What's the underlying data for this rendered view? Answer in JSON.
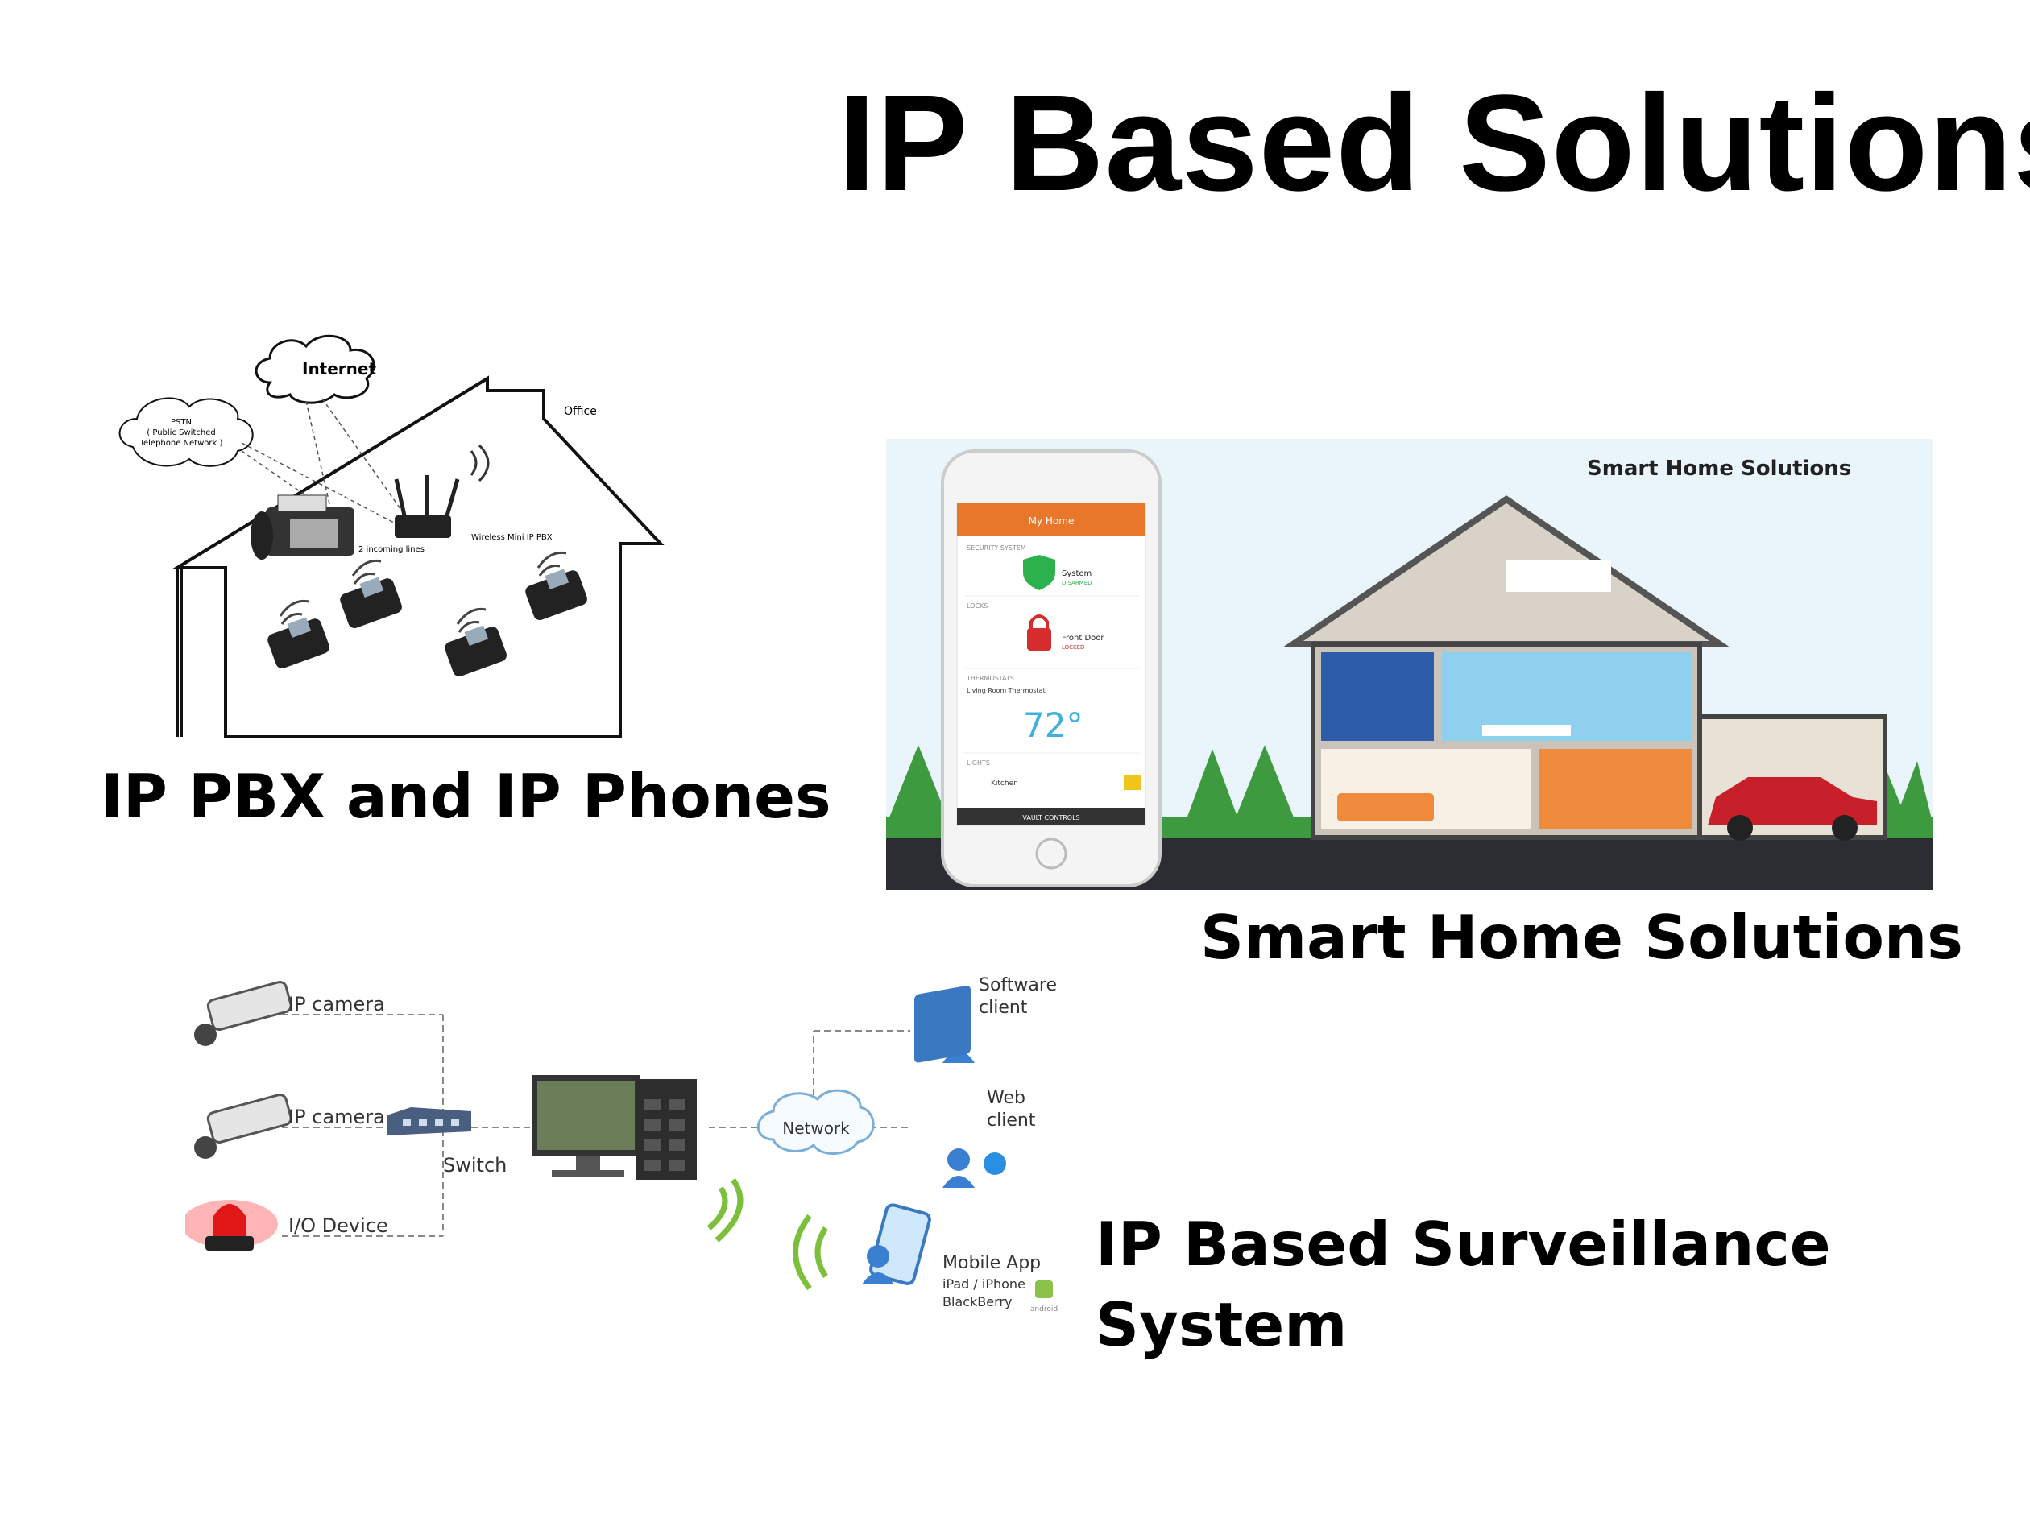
{
  "page": {
    "title": "IP Based Solutions"
  },
  "pbx": {
    "caption": "IP PBX and IP Phones",
    "labels": {
      "internet": "Internet",
      "pstn_1": "PSTN",
      "pstn_2": "( Public Switched",
      "pstn_3": "Telephone Network )",
      "office": "Office",
      "lines": "2 incoming lines",
      "router": "Wireless Mini IP PBX"
    }
  },
  "smarthome": {
    "caption": "Smart Home Solutions",
    "banner_title": "Smart Home Solutions",
    "app": {
      "header": "My Home",
      "security_label": "SECURITY SYSTEM",
      "system": "System",
      "disarmed": "DISARMED",
      "locks_label": "LOCKS",
      "front_door": "Front Door",
      "locked": "LOCKED",
      "thermostats_label": "THERMOSTATS",
      "thermo_name": "Living Room Thermostat",
      "temperature": "72°",
      "lights_label": "LIGHTS",
      "kitchen": "Kitchen",
      "footer": "VAULT CONTROLS"
    },
    "colors": {
      "accent": "#e8762b",
      "sky": "#eaf4fb",
      "grass": "#3d9a3f",
      "road": "#2b2d33"
    }
  },
  "surveillance": {
    "caption_line1": "IP Based Surveillance",
    "caption_line2": "System",
    "labels": {
      "camera1": "IP camera",
      "camera2": "IP camera",
      "io": "I/O Device",
      "switch": "Switch",
      "network": "Network",
      "software_1": "Software",
      "software_2": "client",
      "web_1": "Web",
      "web_2": "client",
      "mobile": "Mobile App",
      "ipad": "iPad / iPhone",
      "blackberry": "BlackBerry",
      "android": "android"
    }
  }
}
